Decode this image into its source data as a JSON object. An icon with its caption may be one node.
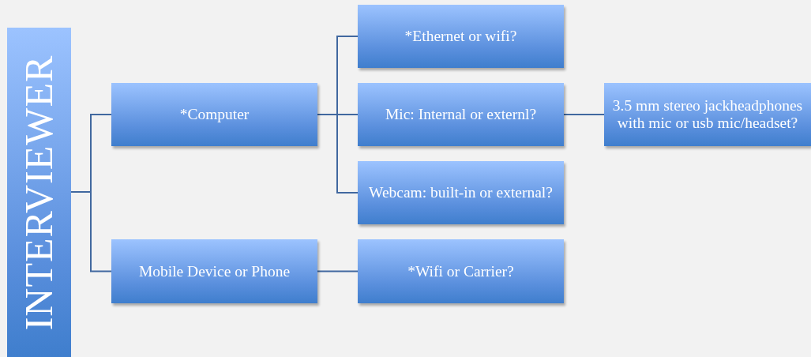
{
  "diagram": {
    "nodes": [
      {
        "text": [
          "INTERVIEWER"
        ]
      },
      {
        "text": [
          "*Computer"
        ]
      },
      {
        "text": [
          "Mobile Device or Phone"
        ]
      },
      {
        "text": [
          "*Ethernet or wifi?"
        ]
      },
      {
        "text": [
          "Mic: Internal or externl?"
        ]
      },
      {
        "text": [
          "Webcam: built-in or external?"
        ]
      },
      {
        "text": [
          "*Wifi or Carrier?"
        ]
      },
      {
        "text": [
          "3.5 mm stereo jackheadphones with mic or usb mic/headset?"
        ]
      }
    ],
    "edges": [
      {
        "from": 0,
        "to": 1,
        "arrow": "none"
      },
      {
        "from": 0,
        "to": 2,
        "arrow": "none"
      },
      {
        "from": 1,
        "to": 3,
        "arrow": "none"
      },
      {
        "from": 1,
        "to": 4,
        "arrow": "none"
      },
      {
        "from": 1,
        "to": 5,
        "arrow": "none"
      },
      {
        "from": 2,
        "to": 6,
        "arrow": "none"
      },
      {
        "from": 4,
        "to": 7,
        "arrow": "none"
      }
    ]
  }
}
